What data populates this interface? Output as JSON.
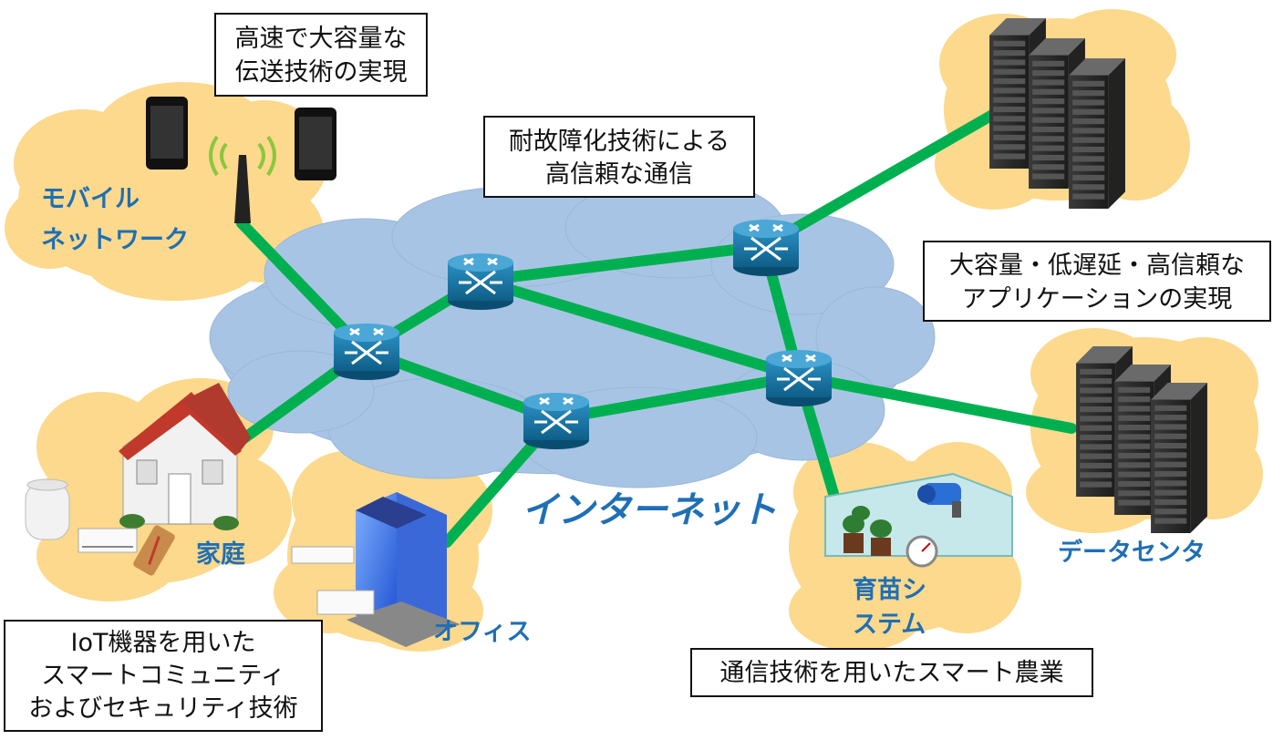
{
  "labels": {
    "internet": "インターネット",
    "mobile_line1": "モバイル",
    "mobile_line2": "ネットワーク",
    "home": "家庭",
    "office": "オフィス",
    "nursery_line1": "育苗シ",
    "nursery_line2": "ステム",
    "datacenter": "データセンタ"
  },
  "callouts": {
    "transmission": [
      "高速で大容量な",
      "伝送技術の実現"
    ],
    "fault_tolerance": [
      "耐故障化技術による",
      "高信頼な通信"
    ],
    "applications": [
      "大容量・低遅延・高信頼な",
      "アプリケーションの実現"
    ],
    "iot": [
      "IoT機器を用いた",
      "スマートコミュニティ",
      "およびセキュリティ技術"
    ],
    "agriculture": [
      "通信技術を用いたスマート農業"
    ]
  },
  "colors": {
    "link": "#00b050",
    "internet_cloud": "#a8c4e4",
    "endpoint_cloud": "#fcd98c",
    "router": "#1a7aa8",
    "label_text": "#1f6fb5"
  },
  "icons": [
    "router-icon",
    "server-rack-icon",
    "smartphone-icon",
    "antenna-icon",
    "house-icon",
    "office-building-icon",
    "smart-speaker-icon",
    "air-conditioner-icon",
    "thermometer-icon",
    "greenhouse-icon",
    "camera-icon",
    "gauge-icon"
  ]
}
